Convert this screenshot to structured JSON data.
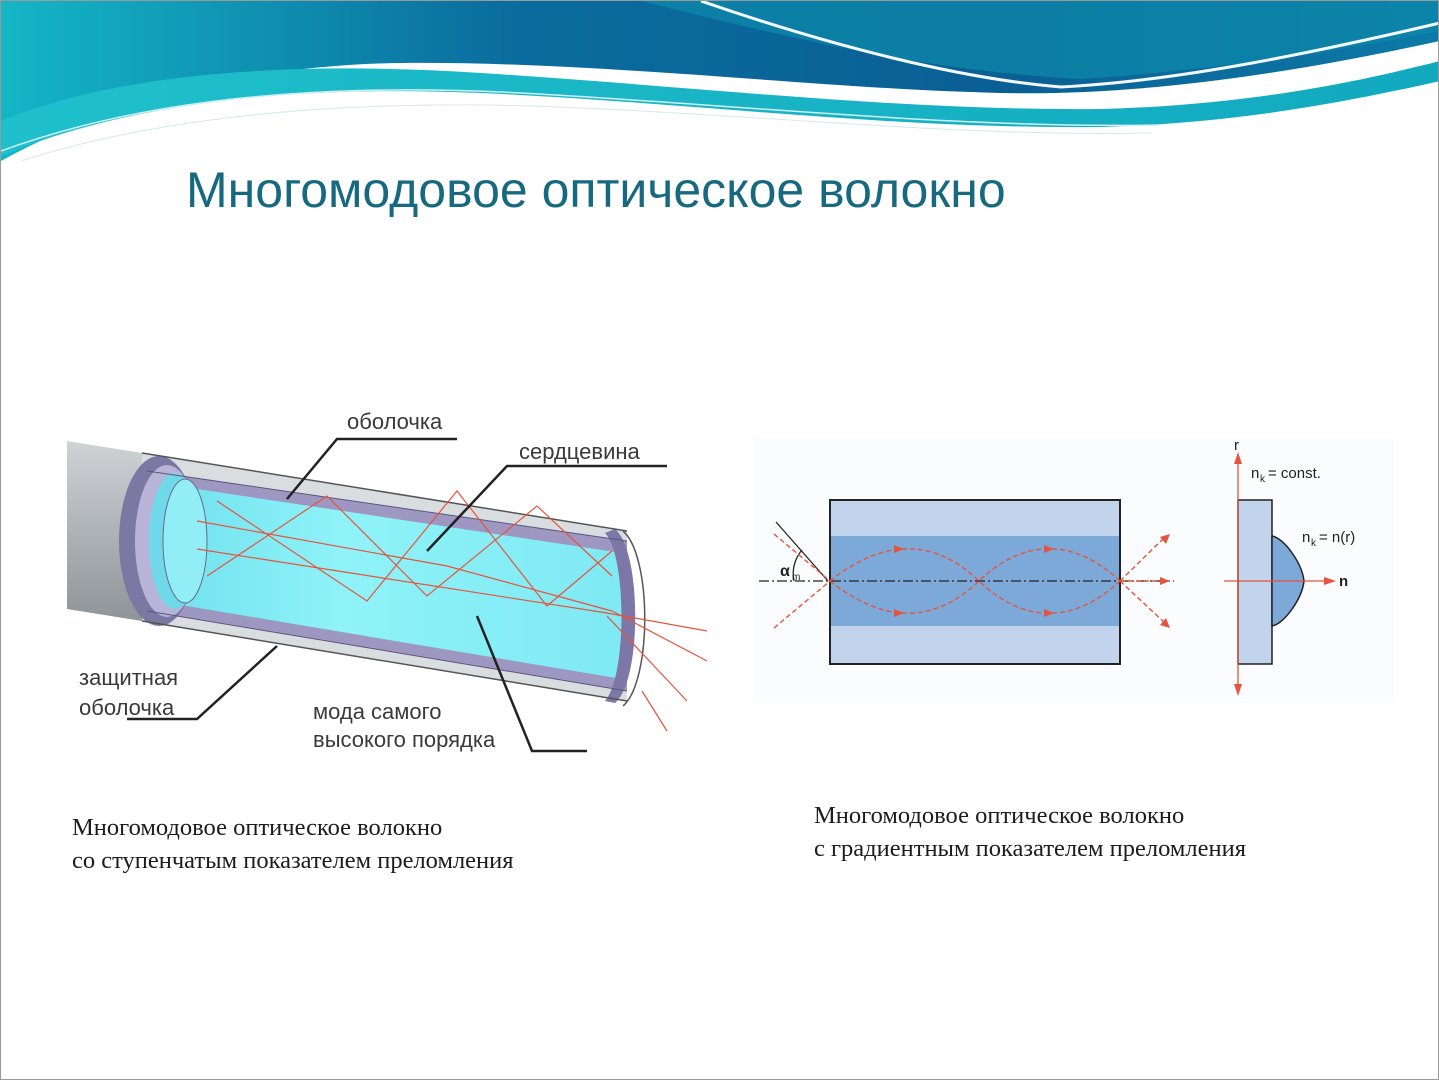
{
  "slide": {
    "title": "Многомодовое оптическое волокно"
  },
  "step_index_figure": {
    "labels": {
      "cladding": "оболочка",
      "core": "сердцевина",
      "protective_coating_line1": "защитная",
      "protective_coating_line2": "оболочка",
      "highest_mode_line1": "мода самого",
      "highest_mode_line2": "высокого порядка"
    },
    "caption_line1": "Многомодовое оптическое волокно",
    "caption_line2": "со ступенчатым показателем преломления"
  },
  "graded_index_figure": {
    "labels": {
      "alpha_symbol": "α",
      "alpha_subscript": "m",
      "axis_r": "r",
      "axis_n": "n",
      "n_const": "n",
      "n_const_subscript": "k",
      "n_const_value": "= const.",
      "n_r": "n",
      "n_r_subscript": "k",
      "n_r_value": "= n(r)"
    },
    "caption_line1": "Многомодовое оптическое волокно",
    "caption_line2": "с градиентным показателем преломления"
  },
  "colors": {
    "title": "#17697f",
    "wave_dark": "#0a5f95",
    "wave_teal": "#14b2c4",
    "ray_red": "#e5543d",
    "core_cyan": "#8ef0f6",
    "grin_core": "#7da9d9",
    "grin_cladding": "#c1d4ec"
  }
}
